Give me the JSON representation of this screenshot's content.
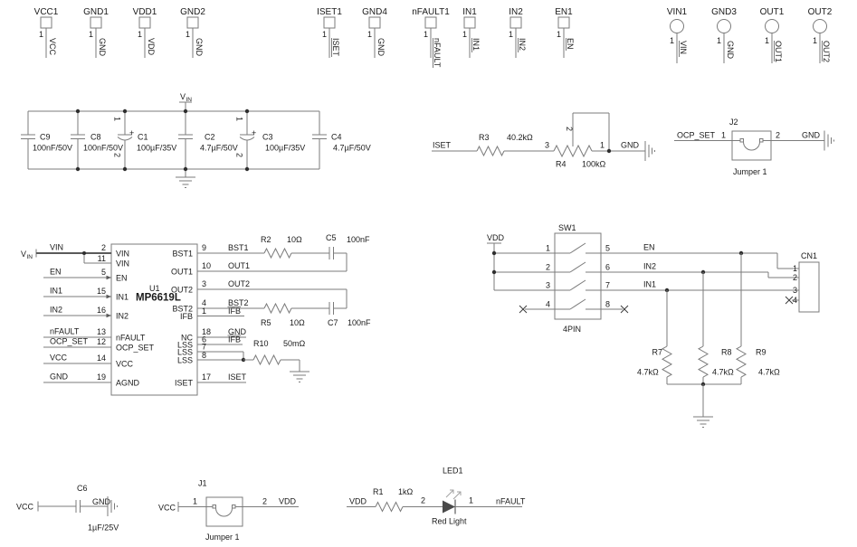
{
  "terminals": [
    {
      "ref": "VCC1",
      "pin": "1",
      "net": "VCC"
    },
    {
      "ref": "GND1",
      "pin": "1",
      "net": "GND"
    },
    {
      "ref": "VDD1",
      "pin": "1",
      "net": "VDD"
    },
    {
      "ref": "GND2",
      "pin": "1",
      "net": "GND"
    },
    {
      "ref": "ISET1",
      "pin": "1",
      "net": "ISET"
    },
    {
      "ref": "GND4",
      "pin": "1",
      "net": "GND"
    },
    {
      "ref": "nFAULT1",
      "pin": "1",
      "net": "nFAULT"
    },
    {
      "ref": "IN1",
      "pin": "1",
      "net": "IN1"
    },
    {
      "ref": "IN2",
      "pin": "1",
      "net": "IN2"
    },
    {
      "ref": "EN1",
      "pin": "1",
      "net": "EN"
    },
    {
      "ref": "VIN1",
      "pin": "1",
      "net": "VIN"
    },
    {
      "ref": "GND3",
      "pin": "1",
      "net": "GND"
    },
    {
      "ref": "OUT1",
      "pin": "1",
      "net": "OUT1"
    },
    {
      "ref": "OUT2",
      "pin": "1",
      "net": "OUT2"
    }
  ],
  "flag": {
    "v": "V",
    "sub": "IN"
  },
  "caps": [
    {
      "ref": "C9",
      "value": "100nF/50V"
    },
    {
      "ref": "C8",
      "value": "100nF/50V"
    },
    {
      "ref": "C1",
      "value": "100µF/35V"
    },
    {
      "ref": "C2",
      "value": "4.7µF/50V"
    },
    {
      "ref": "C3",
      "value": "100µF/35V"
    },
    {
      "ref": "C4",
      "value": "4.7µF/50V"
    }
  ],
  "misc": {
    "plus": "+",
    "cpin1": "1",
    "cpin2": "2"
  },
  "iset": {
    "net": "ISET",
    "r3": "R3",
    "r3v": "40.2kΩ",
    "n3": "3",
    "r4": "R4",
    "r4v": "100kΩ",
    "p1": "1",
    "p2": "2",
    "gnd": "GND"
  },
  "j2": {
    "ref": "J2",
    "p1": "1",
    "p2": "2",
    "left": "OCP_SET",
    "right": "GND",
    "desc": "Jumper 1"
  },
  "u1": {
    "ref": "U1",
    "part": "MP6619L",
    "lext": [
      "VIN",
      "EN",
      "IN1",
      "IN2",
      "nFAULT",
      "OCP_SET",
      "VCC",
      "GND"
    ],
    "lnum": [
      "2",
      "11",
      "5",
      "15",
      "16",
      "13",
      "12",
      "14",
      "19"
    ],
    "lname": [
      "VIN",
      "VIN",
      "EN",
      "IN1",
      "IN2",
      "nFAULT",
      "OCP_SET",
      "VCC",
      "AGND"
    ],
    "rnum": [
      "9",
      "10",
      "3",
      "4",
      "1",
      "18",
      "6",
      "7",
      "8",
      "17"
    ],
    "rname": [
      "BST1",
      "OUT1",
      "OUT2",
      "BST2",
      "IFB",
      "NC",
      "LSS",
      "LSS",
      "LSS",
      "ISET"
    ],
    "rext": [
      "BST1",
      "OUT1",
      "OUT2",
      "BST2",
      "IFB",
      "GND",
      "IFB",
      "ISET"
    ]
  },
  "bst": {
    "r2": "R2",
    "r2v": "10Ω",
    "c5": "C5",
    "c5v": "100nF",
    "r5": "R5",
    "r5v": "10Ω",
    "c7": "C7",
    "c7v": "100nF",
    "r10": "R10",
    "r10v": "50mΩ"
  },
  "sw": {
    "ref": "SW1",
    "type": "4PIN",
    "vdd": "VDD",
    "pins": [
      "1",
      "2",
      "3",
      "4",
      "5",
      "6",
      "7",
      "8"
    ],
    "nets": [
      "EN",
      "IN2",
      "IN1"
    ]
  },
  "cn": {
    "ref": "CN1",
    "pins": [
      "1",
      "2",
      "3",
      "4"
    ]
  },
  "pulls": {
    "r7": "R7",
    "r8": "R8",
    "r9": "R9",
    "v": "4.7kΩ"
  },
  "c6": {
    "ref": "C6",
    "v": "1µF/25V",
    "l": "VCC",
    "r": "GND"
  },
  "j1": {
    "ref": "J1",
    "p1": "1",
    "p2": "2",
    "l": "VCC",
    "r": "VDD",
    "desc": "Jumper 1"
  },
  "led": {
    "ref": "LED1",
    "desc": "Red Light",
    "r1": "R1",
    "r1v": "1kΩ",
    "l": "VDD",
    "r": "nFAULT",
    "p2": "2",
    "p1": "1"
  }
}
